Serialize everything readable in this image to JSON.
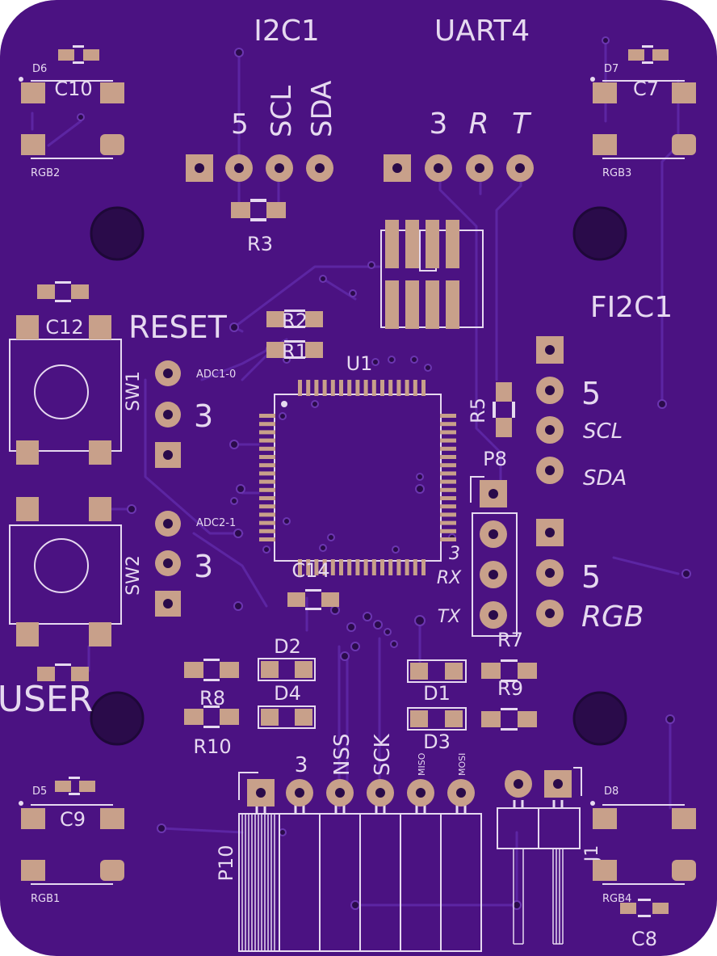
{
  "board": {
    "colors": {
      "substrate": "#4b1282",
      "copper_pour": "#4a1488",
      "trace": "#5a24a0",
      "pad": "#c8a08a",
      "pad_alt": "#c29a84",
      "silkscreen": "#e6d9f0",
      "drill": "#2a0b4a"
    },
    "headers": {
      "i2c1": {
        "title": "I2C1",
        "pins": [
          "5",
          "SCL",
          "SDA"
        ]
      },
      "uart4": {
        "title": "UART4",
        "pins": [
          "3",
          "R",
          "T"
        ]
      },
      "fi2c1": {
        "title": "FI2C1",
        "pins": [
          "5",
          "SCL",
          "SDA"
        ]
      },
      "rgb": {
        "pins": [
          "5",
          "RGB"
        ]
      },
      "p8": {
        "title": "P8",
        "pins": [
          "3",
          "RX",
          "TX"
        ]
      },
      "p10": {
        "title": "P10",
        "pins": [
          "3",
          "NSS",
          "SCK",
          "MISO",
          "MOSI"
        ]
      },
      "adc1": {
        "label": "ADC1-0",
        "pin": "3"
      },
      "adc2": {
        "label": "ADC2-1",
        "pin": "3"
      },
      "j1": {
        "label": "J1"
      }
    },
    "buttons": {
      "reset": {
        "label": "RESET",
        "ref": "SW1"
      },
      "user": {
        "label": "USER",
        "ref": "SW2"
      }
    },
    "references": {
      "u1": "U1",
      "r1": "R1",
      "r2": "R2",
      "r3": "R3",
      "r5": "R5",
      "r7": "R7",
      "r8": "R8",
      "r9": "R9",
      "r10": "R10",
      "c7": "C7",
      "c8": "C8",
      "c9": "C9",
      "c10": "C10",
      "c12": "C12",
      "c14": "C14",
      "d1": "D1",
      "d2": "D2",
      "d3": "D3",
      "d4": "D4",
      "d5": "D5",
      "d6": "D6",
      "d7": "D7",
      "d8": "D8",
      "rgb1": "RGB1",
      "rgb2": "RGB2",
      "rgb3": "RGB3",
      "rgb4": "RGB4"
    }
  }
}
